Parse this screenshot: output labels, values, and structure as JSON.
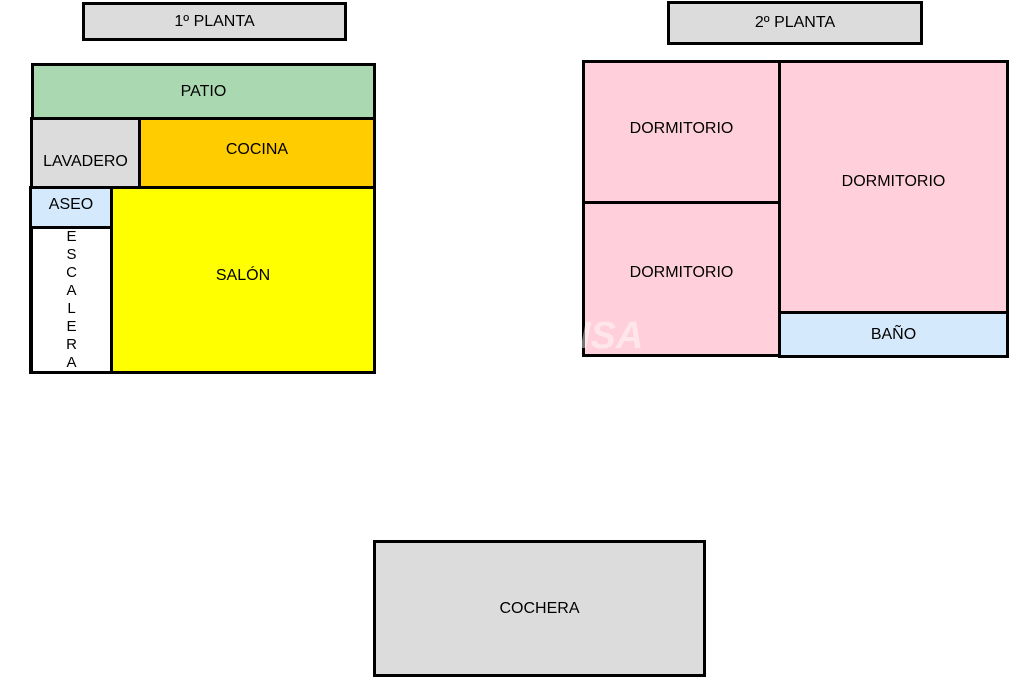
{
  "floor1": {
    "title": "1º PLANTA",
    "rooms": {
      "patio": "PATIO",
      "lavadero": "LAVADERO",
      "cocina": "COCINA",
      "aseo": "ASEO",
      "escalera": "ESCALERA",
      "salon": "SALÓN"
    }
  },
  "floor2": {
    "title": "2º PLANTA",
    "rooms": {
      "dormitorio_1": "DORMITORIO",
      "dormitorio_2": "DORMITORIO",
      "dormitorio_3": "DORMITORIO",
      "bano": "BAÑO"
    }
  },
  "garage": {
    "label": "COCHERA"
  },
  "watermark": "ISA",
  "colors": {
    "patio": "#a9d8b1",
    "lavadero": "#dcdcdc",
    "cocina": "#ffcc00",
    "aseo": "#d4e9fb",
    "salon": "#ffff00",
    "dormitorio": "#ffd0dc",
    "bano": "#d4e9fb",
    "cochera": "#dcdcdc"
  }
}
